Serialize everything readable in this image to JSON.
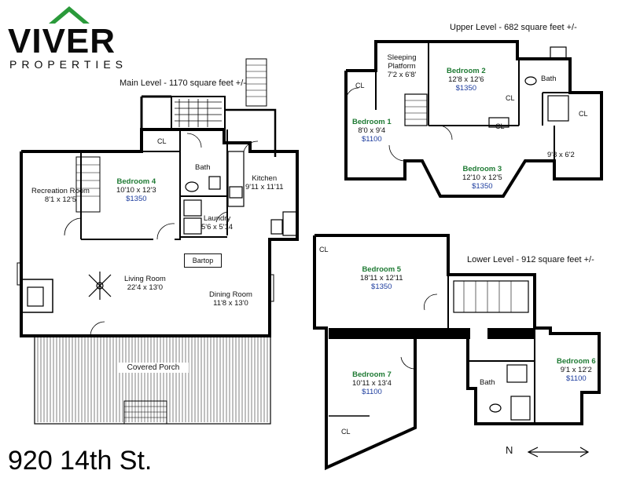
{
  "brand": {
    "name": "VIVER",
    "sub": "PROPERTIES",
    "logo": "house-roof-logo",
    "logo_color": "#2a9a3a"
  },
  "address": "920 14th St.",
  "levels": {
    "main": {
      "title": "Main Level - 1170  square feet +/-"
    },
    "upper": {
      "title": "Upper Level - 682 square feet +/-"
    },
    "lower": {
      "title": "Lower Level - 912 square feet +/-"
    }
  },
  "rooms": {
    "recreation": {
      "name": "Recreation Room",
      "dim": "8'1 x 12'5"
    },
    "bedroom4": {
      "name": "Bedroom 4",
      "dim": "10'10 x 12'3",
      "price": "$1350"
    },
    "main_bath": {
      "name": "Bath"
    },
    "kitchen": {
      "name": "Kitchen",
      "dim": "9'11 x 11'11"
    },
    "laundry": {
      "name": "Laundry",
      "dim": "5'6 x 5'14"
    },
    "bartop": {
      "name": "Bartop"
    },
    "living": {
      "name": "Living Room",
      "dim": "22'4 x 13'0"
    },
    "dining": {
      "name": "Dining Room",
      "dim": "11'8 x 13'0"
    },
    "porch": {
      "name": "Covered Porch"
    },
    "sleeping": {
      "name": "Sleeping Platform",
      "dim": "7'2 x 6'8'"
    },
    "bedroom1": {
      "name": "Bedroom 1",
      "dim": "8'0 x 9'4",
      "price": "$1100"
    },
    "bedroom2": {
      "name": "Bedroom 2",
      "dim": "12'8 x 12'6",
      "price": "$1350"
    },
    "upper_bath": {
      "name": "Bath"
    },
    "bedroom3": {
      "name": "Bedroom 3",
      "dim": "12'10 x 12'5",
      "price": "$1350"
    },
    "upper_closet": {
      "dim": "9'8 x 6'2"
    },
    "bedroom5": {
      "name": "Bedroom 5",
      "dim": "18'11 x 12'11",
      "price": "$1350"
    },
    "bedroom6": {
      "name": "Bedroom 6",
      "dim": "9'1 x 12'2",
      "price": "$1100"
    },
    "bedroom7": {
      "name": "Bedroom 7",
      "dim": "10'11 x 13'4",
      "price": "$1100"
    },
    "lower_bath": {
      "name": "Bath"
    }
  },
  "closet_label": "CL",
  "compass": {
    "label": "N",
    "icon": "north-arrow-icon"
  },
  "colors": {
    "bedroom_name": "#1e7a33",
    "price": "#1c3c9e",
    "wall": "#000000"
  }
}
